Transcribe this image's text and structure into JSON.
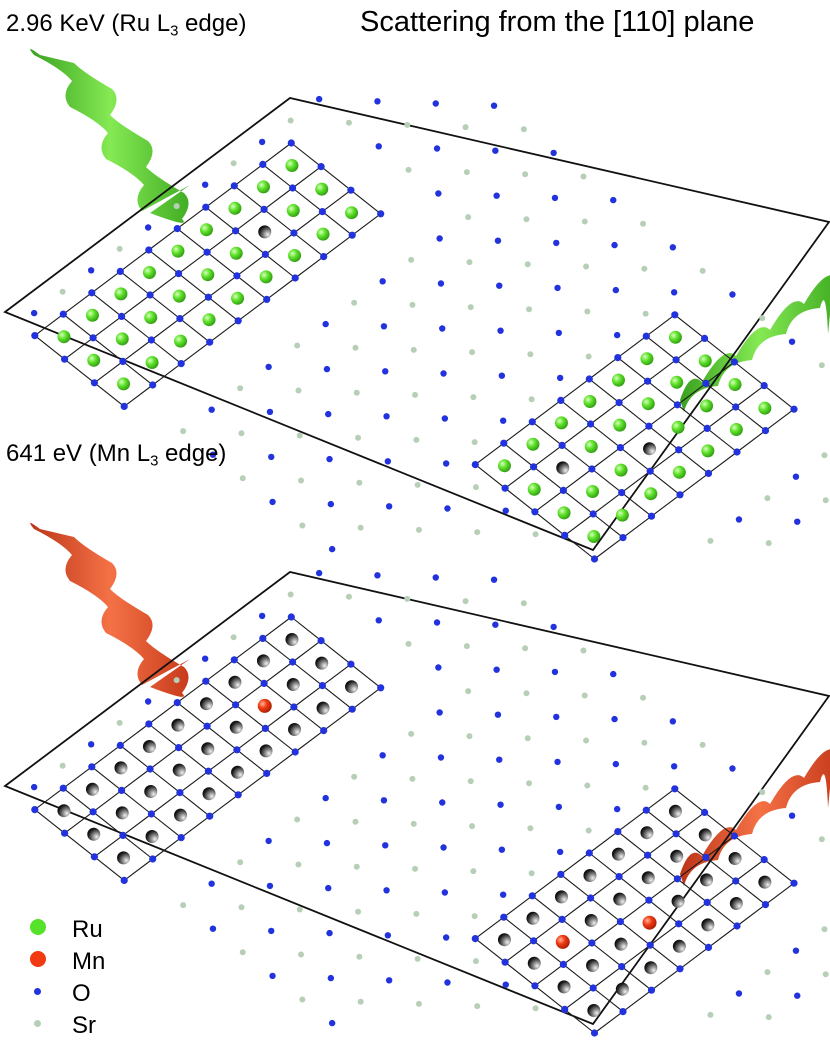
{
  "labels": {
    "title": "Scattering from the [110] plane",
    "top_energy": "2.96 KeV (Ru L",
    "top_edge_sub": "3",
    "top_edge_tail": " edge)",
    "bottom_energy": "641 eV (Mn L",
    "bottom_edge_sub": "3",
    "bottom_edge_tail": " edge)"
  },
  "legend": [
    {
      "label": "Ru",
      "color": "#55e22a"
    },
    {
      "label": "Mn",
      "color": "#ef3a12"
    },
    {
      "label": "O",
      "color": "#2233dd"
    },
    {
      "label": "Sr",
      "color": "#b7cfb7"
    }
  ],
  "colors": {
    "ru": "#55e22a",
    "mn": "#ef3a12",
    "o": "#2233dd",
    "sr": "#b7cfb7",
    "beam_top": "#5fd42a",
    "beam_bottom": "#e8431c",
    "plane_edge": "#111111",
    "bond": "#1a1a1a"
  },
  "panels": [
    {
      "id": "ru-edge",
      "beam": "green",
      "highlight": "ru"
    },
    {
      "id": "mn-edge",
      "beam": "red",
      "highlight": "mn"
    }
  ]
}
